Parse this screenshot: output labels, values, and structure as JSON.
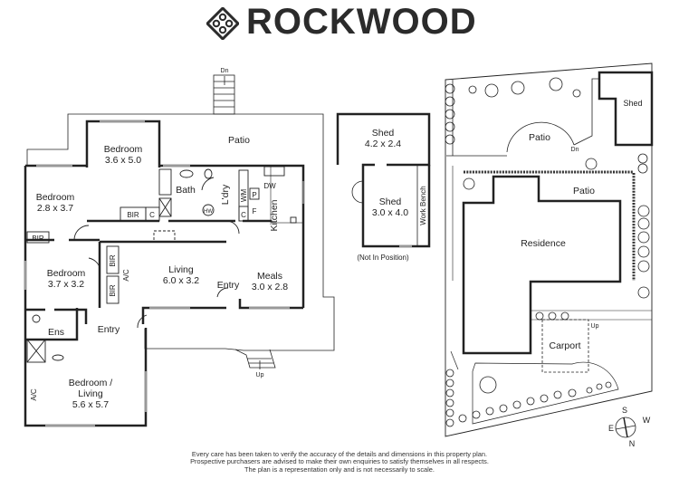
{
  "brand": {
    "name": "ROCKWOOD",
    "logo_icon": "diamond-lattice-logo-icon"
  },
  "house_plan": {
    "rooms": [
      {
        "id": "bedroom1",
        "name": "Bedroom",
        "dims": "3.6 x 5.0"
      },
      {
        "id": "bedroom2",
        "name": "Bedroom",
        "dims": "2.8 x 3.7"
      },
      {
        "id": "bedroom3",
        "name": "Bedroom",
        "dims": "3.7 x 3.2"
      },
      {
        "id": "bedroom4",
        "name": "Bedroom /",
        "name2": "Living",
        "dims": "5.6 x 5.7"
      },
      {
        "id": "living",
        "name": "Living",
        "dims": "6.0 x 3.2"
      },
      {
        "id": "meals",
        "name": "Meals",
        "dims": "3.0 x 2.8"
      }
    ],
    "labels": {
      "patio": "Patio",
      "bath": "Bath",
      "laundry": "L'dry",
      "kitchen": "Kitchen",
      "entry": "Entry",
      "ens": "Ens",
      "bir": "BIR",
      "cupboard": "C",
      "wm": "WM",
      "dw": "DW",
      "pantry": "P",
      "fridge": "F",
      "hw": "HW",
      "ac": "A/C",
      "stairs_down": "Dn",
      "stairs_up": "Up"
    }
  },
  "shed_plan": {
    "shed1": {
      "name": "Shed",
      "dims": "4.2 x 2.4"
    },
    "shed2": {
      "name": "Shed",
      "dims": "3.0 x 4.0"
    },
    "work_bench": "Work Bench",
    "note": "(Not In Position)"
  },
  "site_plan": {
    "shed": "Shed",
    "patio_top": "Patio",
    "patio": "Patio",
    "residence": "Residence",
    "carport": "Carport",
    "stairs_down": "Dn",
    "stairs_up": "Up",
    "compass": {
      "S": "S",
      "W": "W",
      "E": "E",
      "N": "N"
    }
  },
  "disclaimer": [
    "Every care has been taken to verify the accuracy of the details and dimensions in this property plan.",
    "Prospective purchasers are advised to make their own enquiries to satisfy themselves in all respects.",
    "The plan is a representation only and is not necessarily to scale."
  ]
}
